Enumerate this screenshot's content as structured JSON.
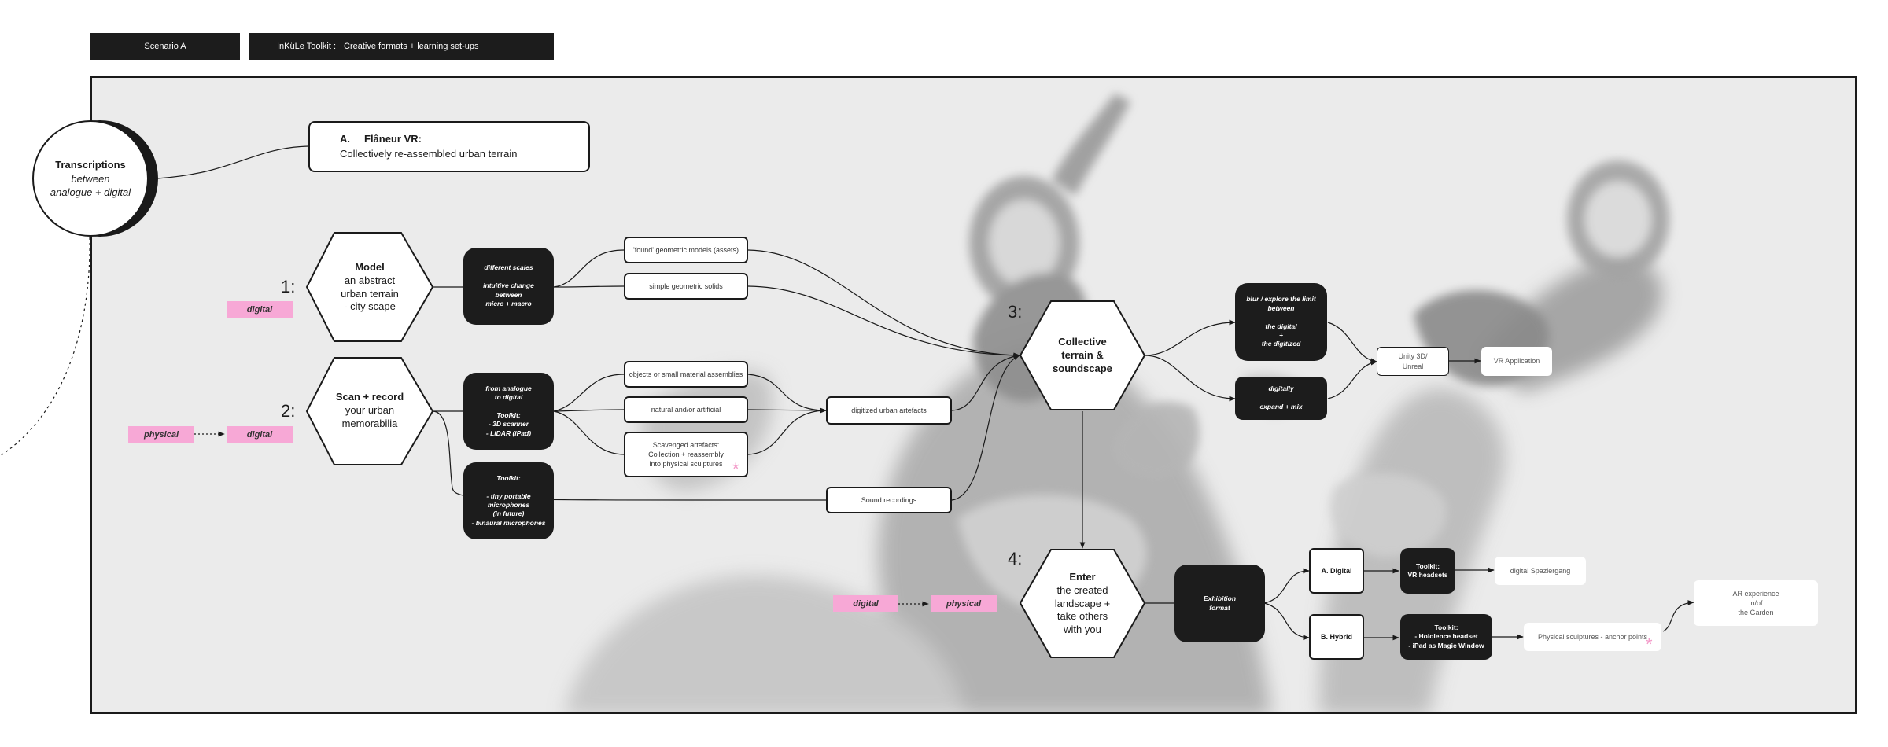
{
  "header": {
    "scenario_label": "Scenario A",
    "toolkit_label": "InKüLe Toolkit :",
    "toolkit_subtitle": "Creative formats + learning set-ups"
  },
  "circle": {
    "title": "Transcriptions",
    "subtitle_1": "between",
    "subtitle_2": "analogue + digital"
  },
  "scenario_box": {
    "letter": "A.",
    "title": "Flâneur VR:",
    "subtitle": "Collectively re-assembled urban terrain"
  },
  "steps": [
    {
      "number": "1:",
      "title": "Model",
      "lines": [
        "an abstract",
        "urban terrain",
        "- city scape"
      ]
    },
    {
      "number": "2:",
      "title": "Scan + record",
      "lines": [
        "your urban",
        "memorabilia"
      ]
    },
    {
      "number": "3:",
      "title": "Collective",
      "lines": [
        "terrain &",
        "soundscape"
      ]
    },
    {
      "number": "4:",
      "title": "Enter",
      "lines": [
        "the created",
        "landscape +",
        "take others",
        "with you"
      ]
    }
  ],
  "tags": {
    "step1_digital": "digital",
    "step2_physical": "physical",
    "step2_digital": "digital",
    "step4_digital": "digital",
    "step4_physical": "physical"
  },
  "black_boxes": {
    "scales": "different scales\n\nintuitive change\nbetween\nmicro + macro",
    "analogue": "from analogue\nto digital\n\nToolkit:\n- 3D scanner\n- LiDAR (iPad)",
    "mics": "Toolkit:\n\n- tiny portable\nmicrophones\n(in future)\n- binaural microphones",
    "blur": "blur / explore the limit\nbetween\n\nthe digital\n+\nthe digitized",
    "digitally": "digitally\n\nexpand + mix",
    "exhibition": "Exhibition\nformat",
    "vr_toolkit": "Toolkit:\nVR headsets",
    "holo_toolkit": "Toolkit:\n- Hololence headset\n- iPad as Magic Window"
  },
  "white_boxes": {
    "found_models": "'found' geometric models (assets)",
    "simple_solids": "simple geometric solids",
    "objects": "objects or small material assemblies",
    "natural": "natural and/or artificial",
    "scavenged": "Scavenged artefacts:\nCollection + reassembly\ninto physical sculptures",
    "digitized": "digitized urban artefacts",
    "sound": "Sound recordings",
    "a_digital": "A. Digital",
    "b_hybrid": "B. Hybrid"
  },
  "light_boxes": {
    "unity": "Unity 3D/\nUnreal",
    "vr_app": "VR Application",
    "spaziergang": "digital Spaziergang",
    "sculptures": "Physical sculptures - anchor points",
    "ar": "AR experience\nin/of\nthe Garden"
  },
  "colors": {
    "black": "#1c1c1c",
    "pink": "#f7a8d6",
    "frame_bg": "#ebebeb"
  }
}
